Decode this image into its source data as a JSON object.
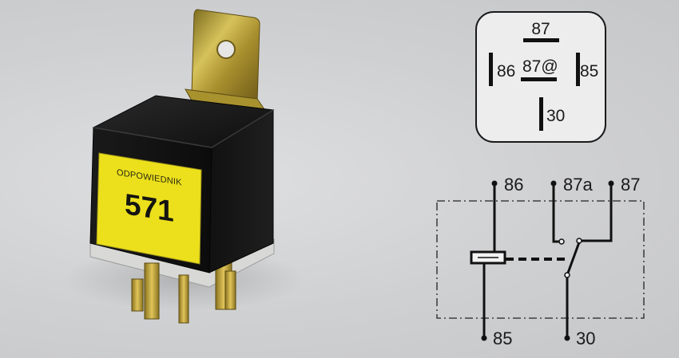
{
  "product_photo": {
    "label_heading": "ODPOWIEDNIK",
    "label_number": "571"
  },
  "pin_layout": {
    "pins": [
      "87",
      "86",
      "87@",
      "85",
      "30"
    ]
  },
  "schematic": {
    "terminals": [
      "86",
      "87a",
      "87",
      "85",
      "30"
    ]
  },
  "colors": {
    "background": "#cfd0d2",
    "label_yellow": "#ece01c",
    "relay_body": "#151515",
    "bracket_brass": "#b8a23c"
  },
  "icons": [
    "relay-photo",
    "pin-layout-diagram",
    "wiring-schematic"
  ]
}
